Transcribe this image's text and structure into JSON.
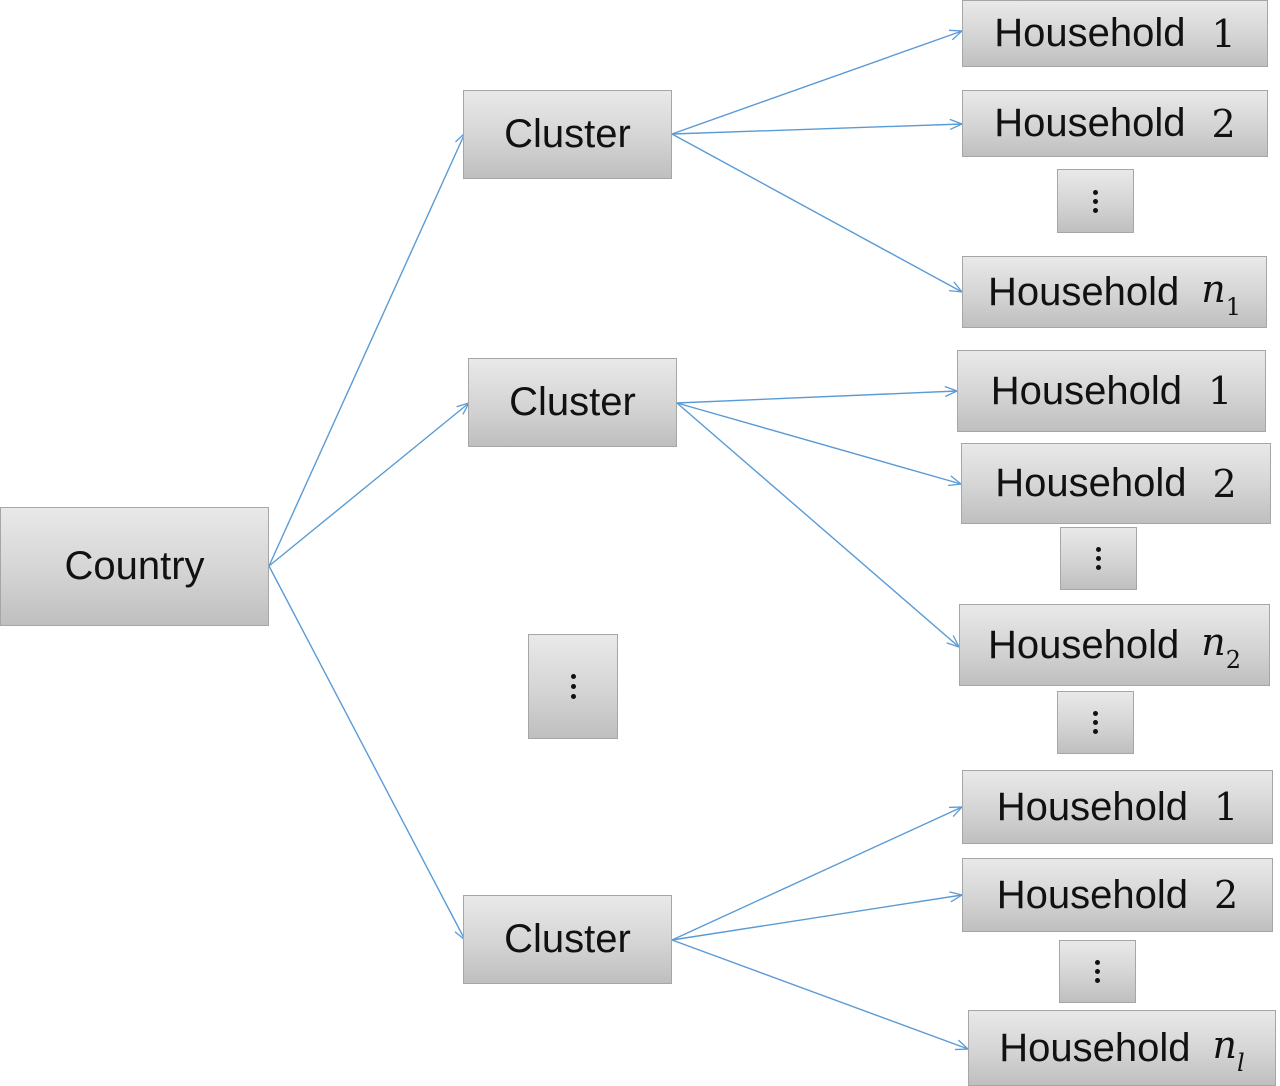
{
  "colors": {
    "arrow": "#5b9bd5",
    "box_border": "#a6a6a6",
    "text": "#111111"
  },
  "country": {
    "label": "Country"
  },
  "clusters": [
    {
      "label": "Cluster",
      "households": [
        {
          "word": "Household",
          "index": "1"
        },
        {
          "word": "Household",
          "index": "2"
        },
        {
          "ellipsis": true
        },
        {
          "word": "Household",
          "var": "n",
          "sub": "1"
        }
      ]
    },
    {
      "label": "Cluster",
      "households": [
        {
          "word": "Household",
          "index": "1"
        },
        {
          "word": "Household",
          "index": "2"
        },
        {
          "ellipsis": true
        },
        {
          "word": "Household",
          "var": "n",
          "sub": "2"
        }
      ]
    },
    {
      "label": "Cluster",
      "households": [
        {
          "word": "Household",
          "index": "1"
        },
        {
          "word": "Household",
          "index": "2"
        },
        {
          "ellipsis": true
        },
        {
          "word": "Household",
          "var": "n",
          "sub": "l"
        }
      ]
    }
  ],
  "ellipsis_symbol": "⋮"
}
